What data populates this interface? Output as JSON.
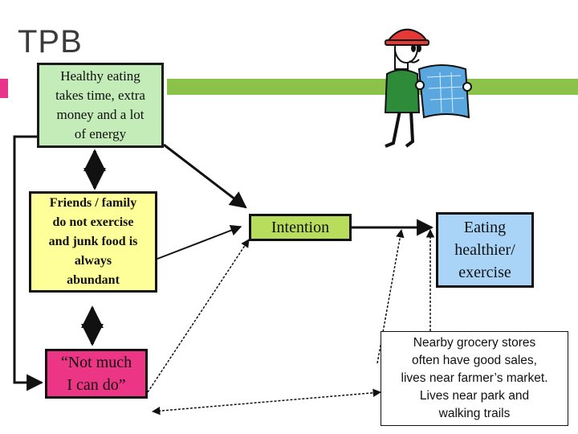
{
  "slide_title": "TPB",
  "boxes": {
    "attitude": {
      "lines": [
        "Healthy eating",
        "takes time, extra",
        "money and a lot",
        "of energy"
      ]
    },
    "norms": {
      "lines": [
        "Friends / family",
        "do not exercise",
        "and junk food is",
        "always",
        "abundant"
      ]
    },
    "control": {
      "lines": [
        "“Not much",
        "I can do”"
      ]
    },
    "intention": {
      "lines": [
        "Intention"
      ]
    },
    "behavior": {
      "lines": [
        "Eating",
        "healthier/",
        "exercise"
      ]
    },
    "environment": {
      "lines": [
        "Nearby grocery stores",
        "often have good sales,",
        "lives near farmer’s market.",
        "Lives near park and",
        "walking trails"
      ]
    }
  },
  "colors": {
    "attitude_fill": "#c3ecb8",
    "norms_fill": "#ffff99",
    "control_fill": "#ec3584",
    "intention_fill": "#b8dd5c",
    "behavior_fill": "#a9d3f7",
    "accent_pink": "#e8338c",
    "accent_green": "#8bc34a"
  },
  "clipart": "person-with-hardhat-reading-blueprint-icon"
}
